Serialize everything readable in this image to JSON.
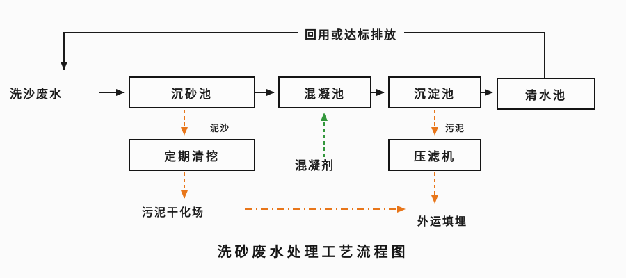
{
  "title": "洗砂废水处理工艺流程图",
  "colors": {
    "black": "#1a1a1a",
    "orange": "#e8761a",
    "green": "#33973c"
  },
  "labels": {
    "top_return": "回用或达标排放",
    "influent": "洗沙废水",
    "sediment": "泥沙",
    "sludge": "污泥",
    "coagulant": "混凝剂",
    "drying_field": "污泥干化场",
    "landfill": "外运填埋"
  },
  "tanks": [
    {
      "id": "grit-chamber",
      "label": "沉砂池"
    },
    {
      "id": "coagulation-tank",
      "label": "混凝池"
    },
    {
      "id": "sedimentation-tank",
      "label": "沉淀池"
    },
    {
      "id": "clear-water-tank",
      "label": "清水池"
    }
  ],
  "process_boxes": [
    {
      "id": "periodic-dredging",
      "label": "定期清挖"
    },
    {
      "id": "filter-press",
      "label": "压滤机"
    }
  ]
}
